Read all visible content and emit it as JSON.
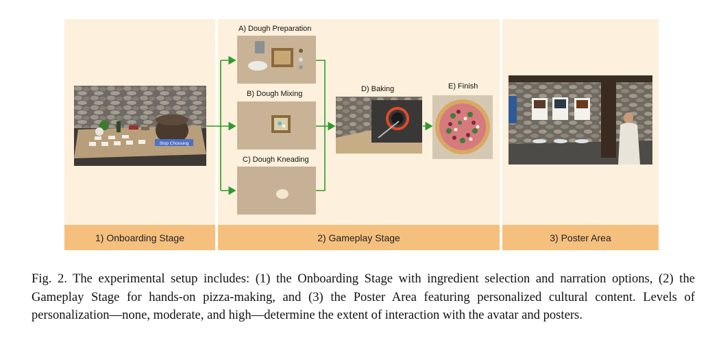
{
  "figure": {
    "panels": {
      "onboarding": {
        "label": "1) Onboarding Stage",
        "button_text": "Stop Choosing"
      },
      "gameplay": {
        "label": "2) Gameplay Stage",
        "steps": [
          "A) Dough Preparation",
          "B) Dough Mixing",
          "C) Dough Kneading",
          "D) Baking",
          "E) Finish"
        ]
      },
      "poster": {
        "label": "3) Poster Area"
      }
    },
    "caption": {
      "number": "Fig. 2.",
      "text": "The experimental setup includes: (1) the Onboarding Stage with ingredient selection and narration options, (2) the Gameplay Stage for hands-on pizza-making, and (3) the Poster Area featuring personalized cultural content. Levels of personalization—none, moderate, and high—determine the extent of interaction with the avatar and posters."
    },
    "colors": {
      "panel_bg": "#fdf0dc",
      "label_band": "#f5c07e",
      "arrow": "#2e9b2e"
    }
  }
}
